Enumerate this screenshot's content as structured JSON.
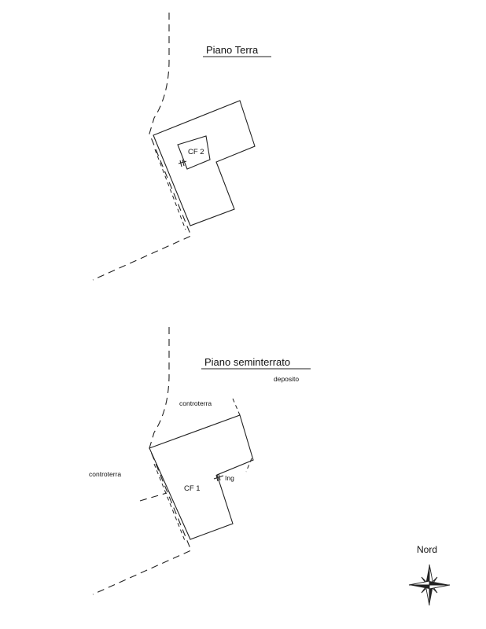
{
  "plans": {
    "ground_floor": {
      "title": "Piano Terra",
      "unit_label": "CF 2"
    },
    "basement": {
      "title": "Piano seminterrato",
      "unit_label": "CF 1",
      "entrance_label": "Ing",
      "deposit_label": "deposito",
      "earth_top_label": "controterra",
      "earth_left_label": "controterra"
    }
  },
  "compass": {
    "label": "Nord",
    "icon": "compass-rose-icon"
  },
  "colors": {
    "line": "#222222",
    "background": "#ffffff"
  }
}
